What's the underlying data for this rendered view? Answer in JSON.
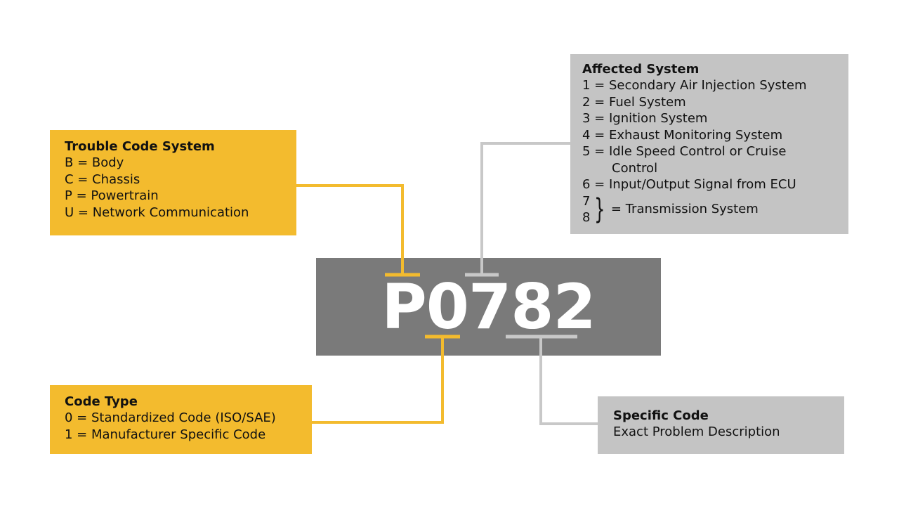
{
  "code": "P0782",
  "trouble_code_system": {
    "title": "Trouble Code System",
    "lines": [
      "B = Body",
      "C = Chassis",
      "P = Powertrain",
      "U = Network Communication"
    ]
  },
  "code_type": {
    "title": "Code Type",
    "lines": [
      "0 = Standardized Code (ISO/SAE)",
      "1 = Manufacturer Specific Code"
    ]
  },
  "affected_system": {
    "title": "Affected System",
    "lines": [
      "1 = Secondary Air Injection System",
      "2 = Fuel System",
      "3 = Ignition System",
      "4 = Exhaust Monitoring System",
      "5 = Idle Speed Control or Cruise",
      "Control",
      "6 = Input/Output Signal from ECU"
    ],
    "bracket_numbers": [
      "7",
      "8"
    ],
    "bracket_label": "= Transmission System"
  },
  "specific_code": {
    "title": "Specific Code",
    "lines": [
      "Exact Problem Description"
    ]
  },
  "colors": {
    "yellow": "#f3bb2e",
    "grey": "#c4c4c4",
    "code_bar": "#7a7a7a",
    "connector_grey": "#c8c8c8"
  }
}
